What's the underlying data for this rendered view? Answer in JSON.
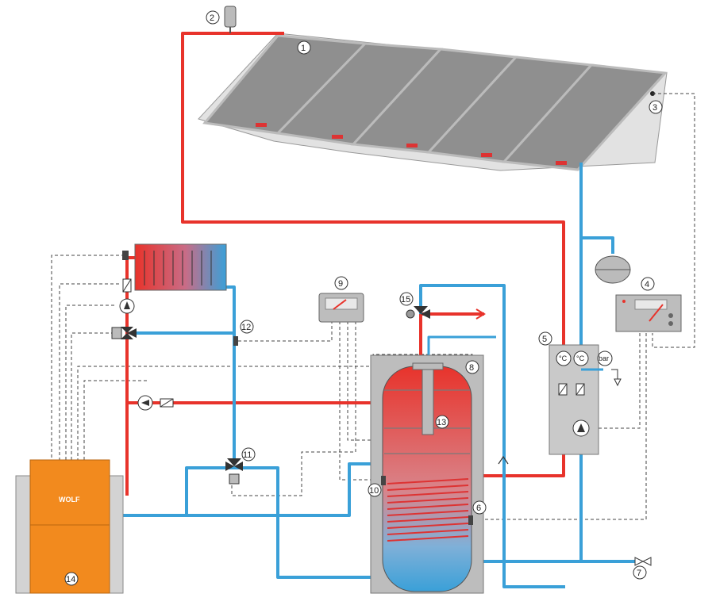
{
  "colors": {
    "hot": "#e8332b",
    "cold": "#3aa0d8",
    "boiler": "#f28a1e",
    "frame": "#c9c9c9",
    "panel": "#8c8c8c",
    "control": "#b8b8b8"
  },
  "callouts": {
    "c1": "1",
    "c2": "2",
    "c3": "3",
    "c4": "4",
    "c5": "5",
    "c6": "6",
    "c7": "7",
    "c8": "8",
    "c9": "9",
    "c10": "10",
    "c11": "11",
    "c12": "12",
    "c13": "13",
    "c14": "14",
    "c15": "15"
  },
  "station_labels": {
    "temp_left": "°C",
    "temp_right": "°C",
    "pressure": "bar"
  },
  "boiler_brand": "WOLF"
}
